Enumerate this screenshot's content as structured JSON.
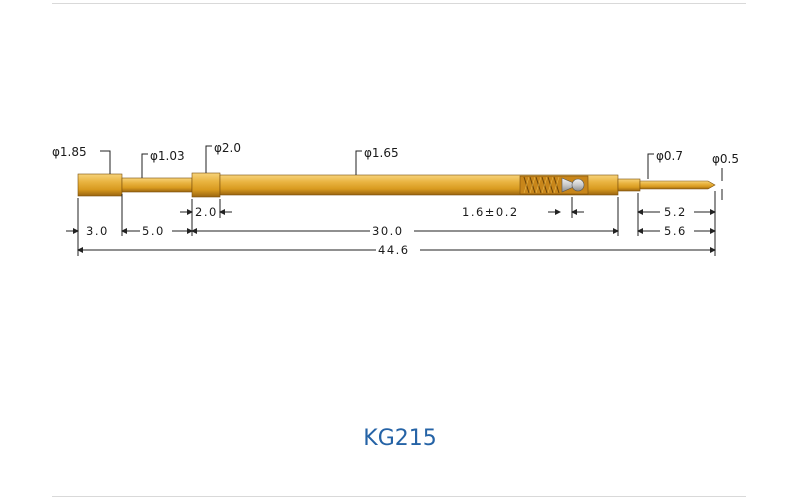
{
  "diagram": {
    "diameters": {
      "d1": "φ1.85",
      "d2": "φ1.03",
      "d3": "φ2.0",
      "d4": "φ1.65",
      "d5": "φ0.7",
      "d6": "φ0.5"
    },
    "lengths": {
      "l_3_0": "3.0",
      "l_5_0": "5.0",
      "l_2_0": "2.0",
      "l_30_0": "30.0",
      "l_1_6": "1.6±0.2",
      "l_5_2": "5.2",
      "l_5_6": "5.6",
      "l_44_6": "44.6"
    }
  },
  "caption": "KG215",
  "colors": {
    "gold": "#e2a72a",
    "gold_dark": "#a86f10",
    "caption": "#2563a6"
  }
}
